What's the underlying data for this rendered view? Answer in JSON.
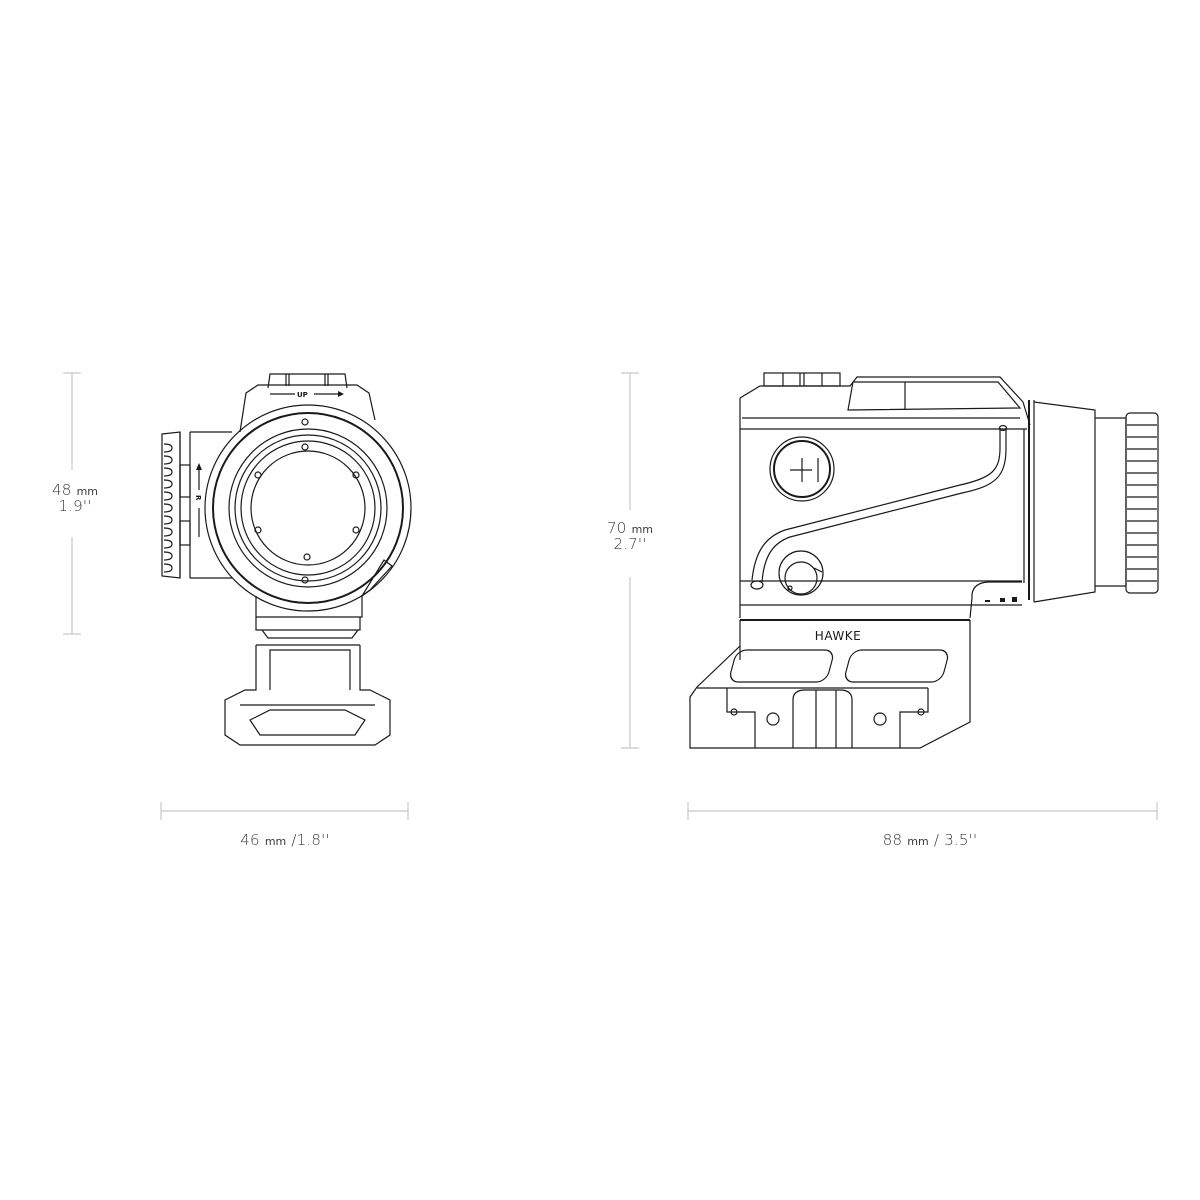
{
  "drawing": {
    "brand_logo": "HAWKE",
    "front_view": {
      "turret_top_label": "UP",
      "turret_side_label": "R"
    }
  },
  "dimensions": {
    "front_height": {
      "mm_value": "48",
      "mm_unit": "mm",
      "inch": "1.9''"
    },
    "side_height": {
      "mm_value": "70",
      "mm_unit": "mm",
      "inch": "2.7''"
    },
    "front_width": {
      "mm_value": "46",
      "mm_unit": "mm",
      "separator": "/",
      "inch": "1.8''"
    },
    "side_width": {
      "mm_value": "88",
      "mm_unit": "mm",
      "separator": "/",
      "inch": "3.5''"
    }
  },
  "colors": {
    "line": "#1a1a1a",
    "dimension_line": "#c8c8c8",
    "label_text": "#3a3a3a",
    "background": "#ffffff"
  }
}
